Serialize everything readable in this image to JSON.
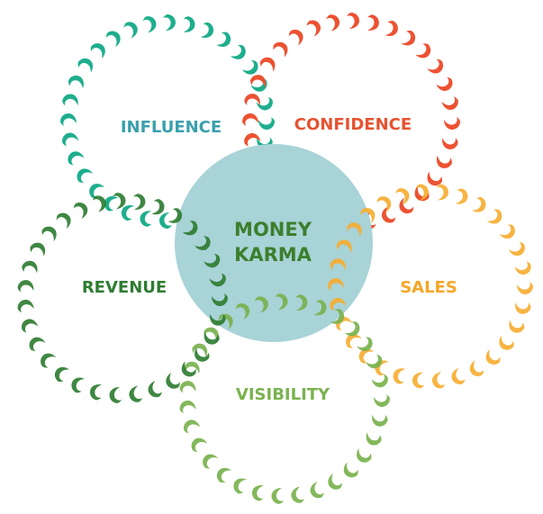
{
  "center": {
    "line1": "MONEY",
    "line2": "KARMA",
    "fill": "#a8d3d7",
    "text_color": "#3c7f2e"
  },
  "rings": [
    {
      "id": "influence",
      "label": "INFLUENCE",
      "color": "#1fae8d",
      "label_color": "#3aa0ac"
    },
    {
      "id": "confidence",
      "label": "CONFIDENCE",
      "color": "#ec5232",
      "label_color": "#e55331"
    },
    {
      "id": "sales",
      "label": "SALES",
      "color": "#f7ae33",
      "label_color": "#f4a628"
    },
    {
      "id": "visibility",
      "label": "VISIBILITY",
      "color": "#7ab24f",
      "label_color": "#7ab24f"
    },
    {
      "id": "revenue",
      "label": "REVENUE",
      "color": "#2f7d32",
      "label_color": "#2f7d32"
    }
  ]
}
